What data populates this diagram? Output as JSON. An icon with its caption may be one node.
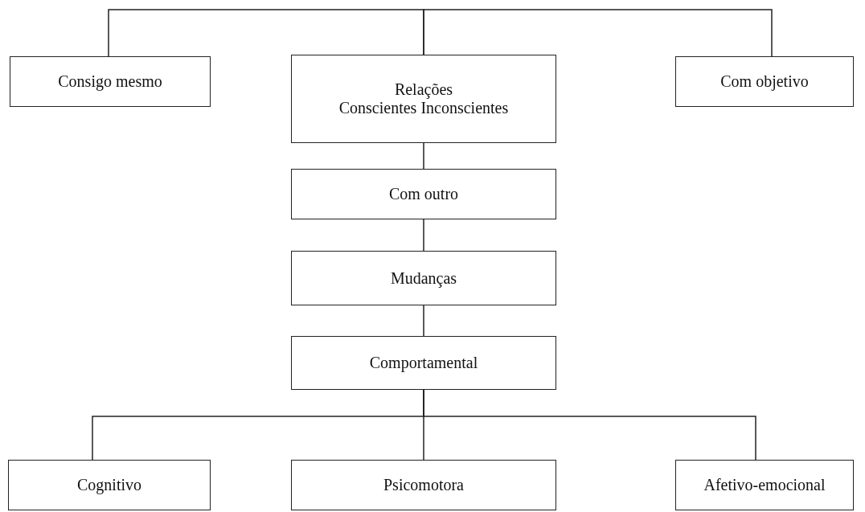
{
  "diagram": {
    "nodes": [
      {
        "text": [
          "Consigo mesmo"
        ]
      },
      {
        "text": [
          "Relações",
          "Conscientes Inconscientes"
        ]
      },
      {
        "text": [
          "Com objetivo"
        ]
      },
      {
        "text": [
          "Com outro"
        ]
      },
      {
        "text": [
          "Mudanças"
        ]
      },
      {
        "text": [
          "Comportamental"
        ]
      },
      {
        "text": [
          "Cognitivo"
        ]
      },
      {
        "text": [
          "Psicomotora"
        ]
      },
      {
        "text": [
          "Afetivo-emocional"
        ]
      }
    ],
    "edges": [
      {
        "from": 1,
        "to": 0,
        "arrow": "none"
      },
      {
        "from": 1,
        "to": 2,
        "arrow": "none"
      },
      {
        "from": 1,
        "to": 3,
        "arrow": "none"
      },
      {
        "from": 3,
        "to": 4,
        "arrow": "none"
      },
      {
        "from": 4,
        "to": 5,
        "arrow": "none"
      },
      {
        "from": 5,
        "to": 6,
        "arrow": "none"
      },
      {
        "from": 5,
        "to": 7,
        "arrow": "none"
      },
      {
        "from": 5,
        "to": 8,
        "arrow": "none"
      }
    ]
  }
}
